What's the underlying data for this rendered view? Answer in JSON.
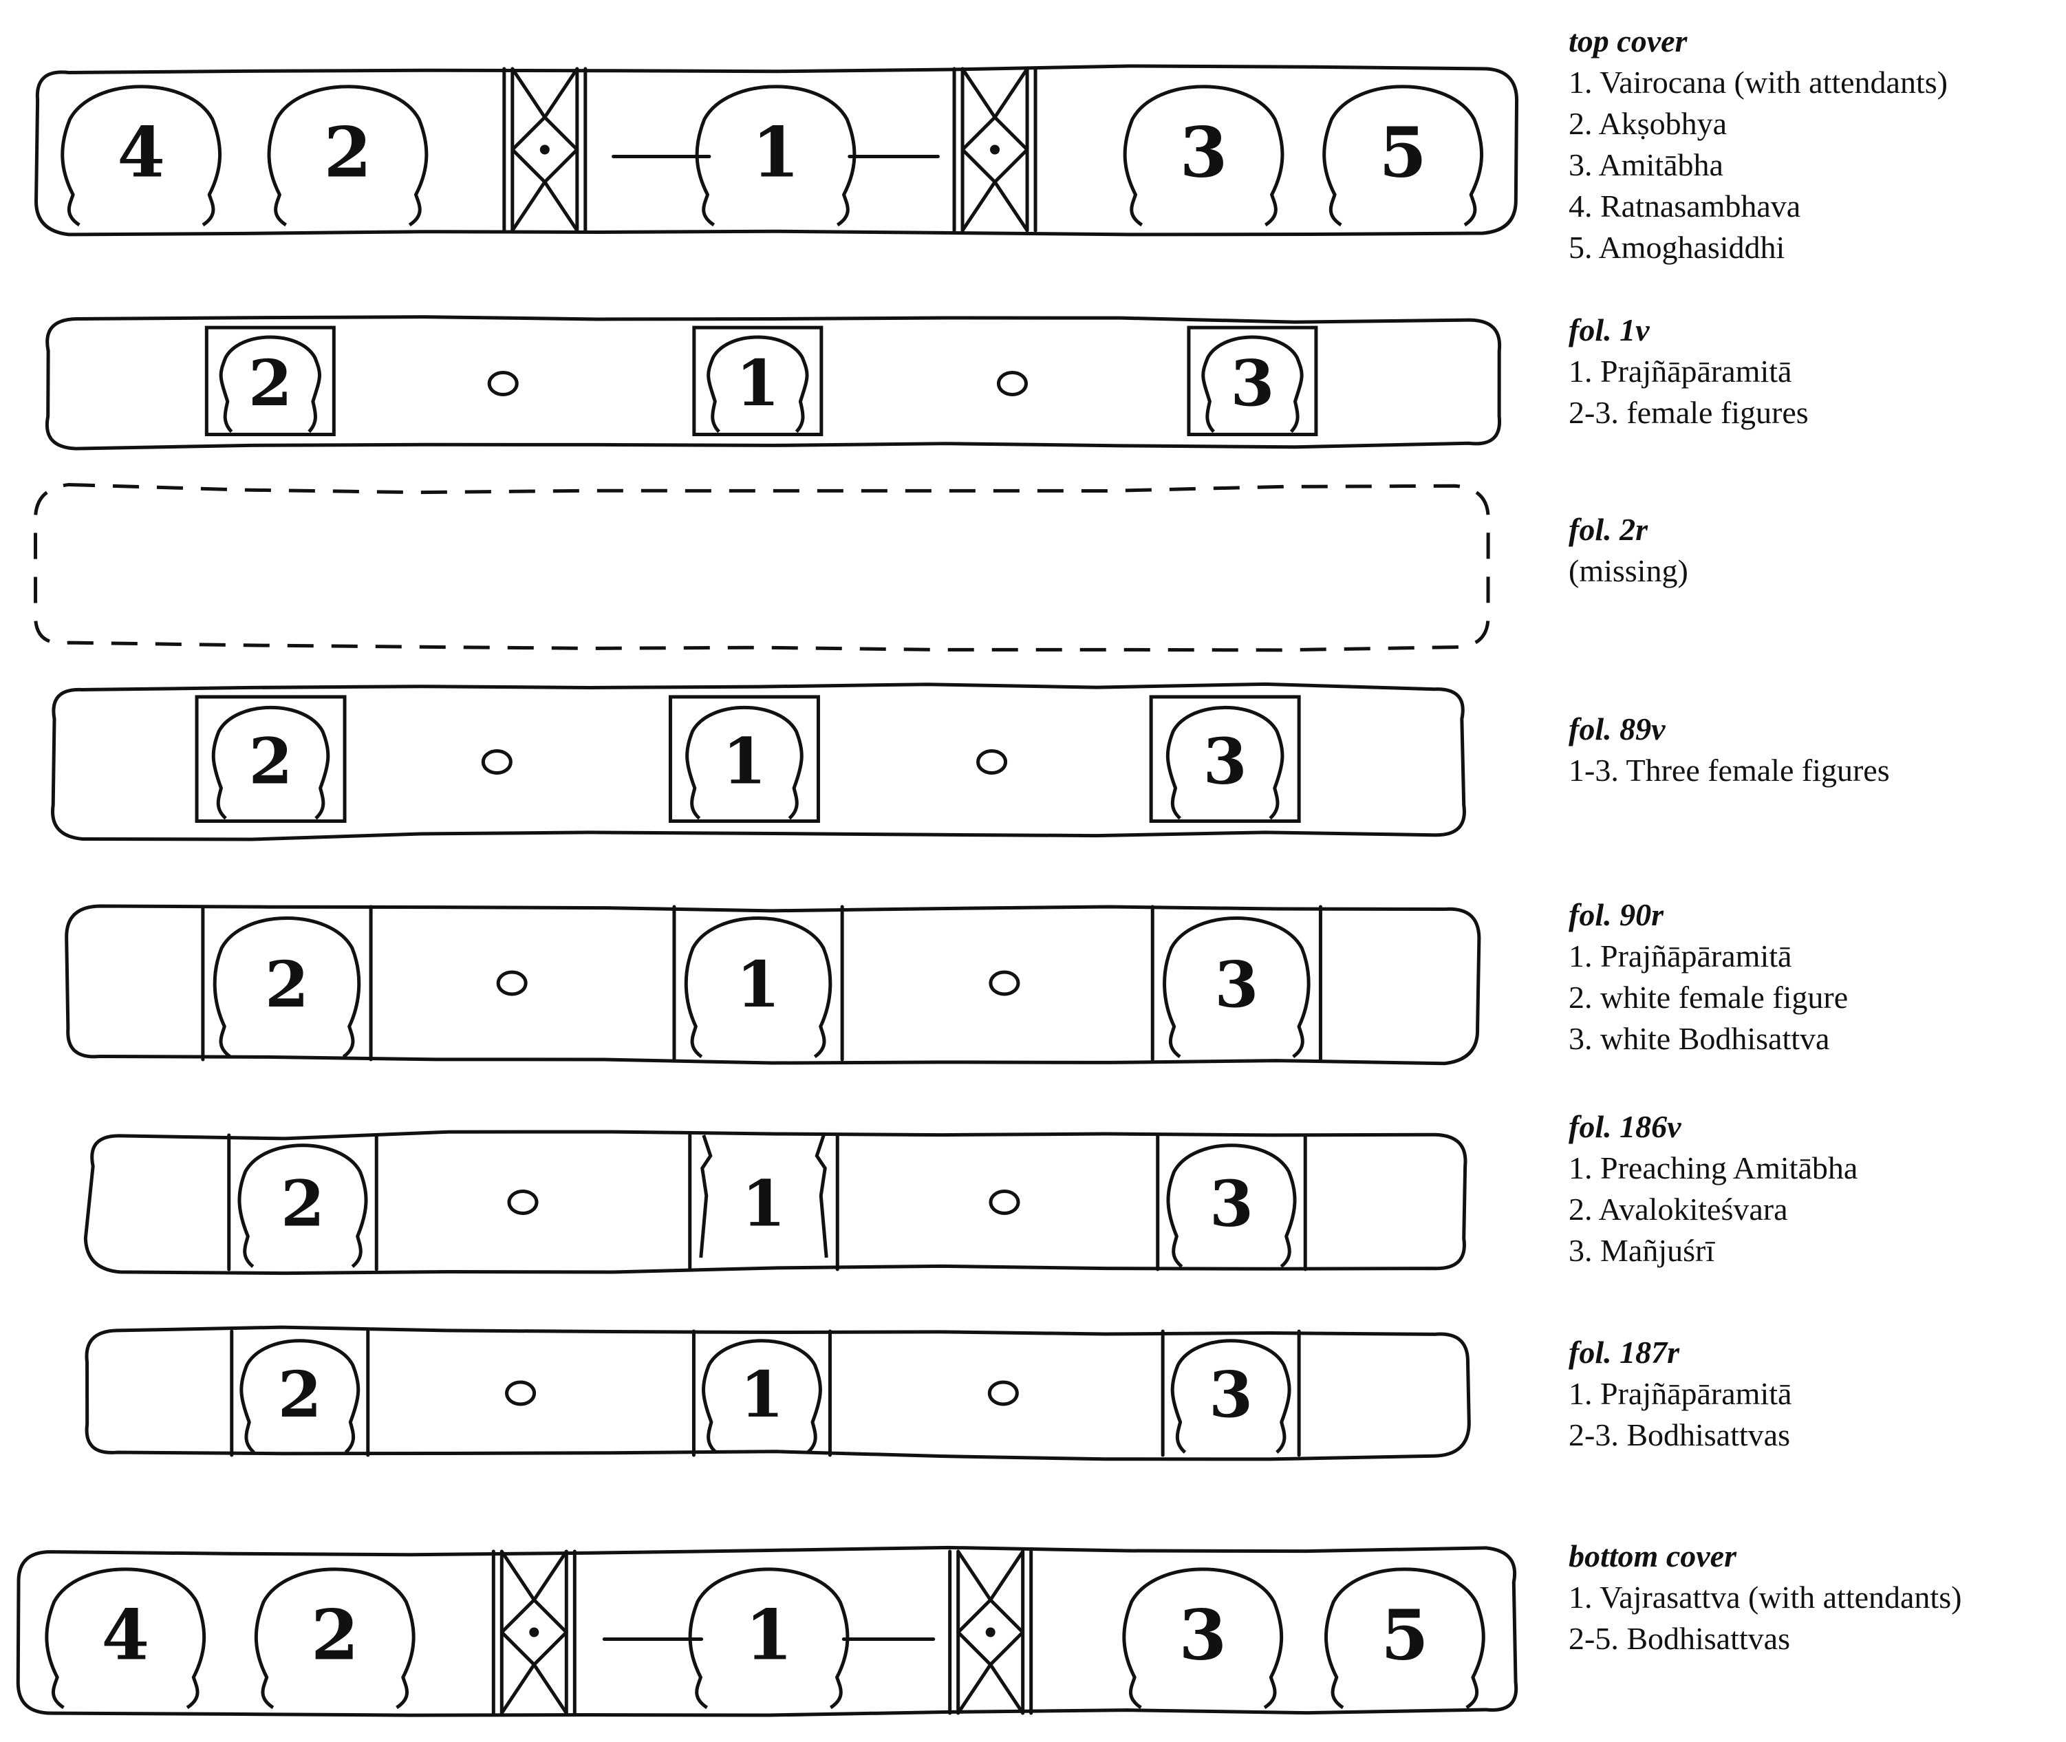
{
  "panels": [
    {
      "id": "top-cover",
      "kind": "cover",
      "title": "top cover",
      "lines": [
        "1. Vairocana (with attendants)",
        "2. Akṣobhya",
        "3. Amitābha",
        "4. Ratnasambhava",
        "5. Amoghasiddhi"
      ],
      "figures": [
        "4",
        "2",
        "1",
        "3",
        "5"
      ]
    },
    {
      "id": "fol-1v",
      "kind": "folio",
      "title": "fol. 1v",
      "lines": [
        "1. Prajñāpāramitā",
        "2-3. female figures"
      ],
      "figures": [
        "2",
        "1",
        "3"
      ]
    },
    {
      "id": "fol-2r",
      "kind": "missing",
      "title": "fol. 2r",
      "lines": [
        "(missing)"
      ],
      "figures": []
    },
    {
      "id": "fol-89v",
      "kind": "folio",
      "title": "fol. 89v",
      "lines": [
        "1-3. Three female figures"
      ],
      "figures": [
        "2",
        "1",
        "3"
      ]
    },
    {
      "id": "fol-90r",
      "kind": "folio",
      "title": "fol. 90r",
      "lines": [
        "1. Prajñāpāramitā",
        "2. white female figure",
        "3. white Bodhisattva"
      ],
      "figures": [
        "2",
        "1",
        "3"
      ]
    },
    {
      "id": "fol-186v",
      "kind": "folio",
      "title": "fol. 186v",
      "lines": [
        "1. Preaching Amitābha",
        "2. Avalokiteśvara",
        "3. Mañjuśrī"
      ],
      "figures": [
        "2",
        "1",
        "3"
      ]
    },
    {
      "id": "fol-187r",
      "kind": "folio",
      "title": "fol. 187r",
      "lines": [
        "1. Prajñāpāramitā",
        "2-3. Bodhisattvas"
      ],
      "figures": [
        "2",
        "1",
        "3"
      ]
    },
    {
      "id": "bottom-cover",
      "kind": "cover",
      "title": "bottom cover",
      "lines": [
        "1. Vajrasattva (with attendants)",
        "2-5. Bodhisattvas"
      ],
      "figures": [
        "4",
        "2",
        "1",
        "3",
        "5"
      ]
    }
  ]
}
